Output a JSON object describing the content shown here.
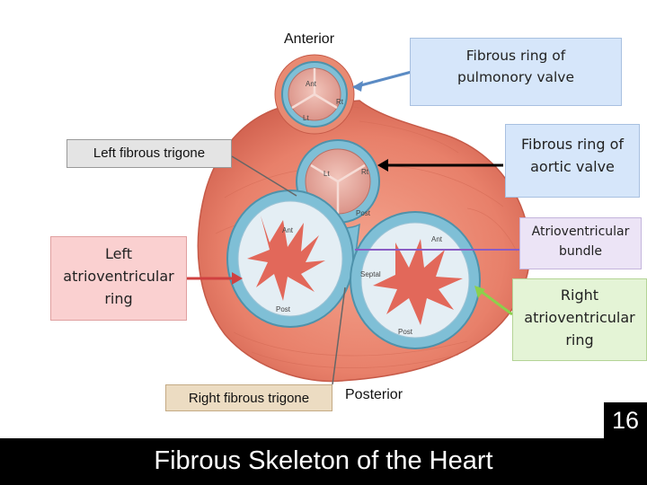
{
  "diagram": {
    "orientation_top": "Anterior",
    "orientation_bottom": "Posterior",
    "callouts": {
      "pulmonary_ring": "Fibrous ring of pulmonory valve",
      "left_trigone": "Left fibrous trigone",
      "aortic_ring": "Fibrous ring of aortic valve",
      "av_bundle": "Atrioventricular bundle",
      "left_av_ring": "Left atrioventricular ring",
      "right_av_ring": "Right atrioventricular ring",
      "right_trigone": "Right fibrous trigone"
    },
    "cusp_labels": {
      "pulm_ant": "Ant",
      "pulm_rt": "Rt",
      "pulm_lt": "Lt",
      "aortic_lt": "Lt",
      "aortic_rt": "Rt",
      "aortic_post": "Post",
      "mitral_ant": "Ant",
      "mitral_post": "Post",
      "tricusp_ant": "Ant",
      "tricusp_septal": "Septal",
      "tricusp_post": "Post"
    }
  },
  "slide": {
    "title": "Fibrous Skeleton of the Heart",
    "page_number": "16"
  },
  "colors": {
    "muscle": "#e8806a",
    "ring": "#7fbfd6",
    "valve": "#e0a8a0",
    "box_blue": "#d6e6fa",
    "box_pink": "#fad0d0",
    "box_purple": "#ece4f6",
    "box_green": "#e4f4d6",
    "box_tan": "#ecdcc2"
  }
}
